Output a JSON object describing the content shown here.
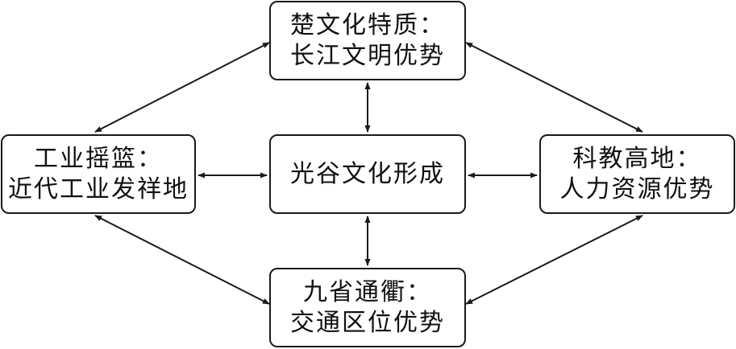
{
  "nodes": {
    "top": {
      "line1": "楚文化特质：",
      "line2": "长江文明优势"
    },
    "left": {
      "line1": "工业摇篮：",
      "line2": "近代工业发祥地"
    },
    "center": {
      "line1": "光谷文化形成"
    },
    "right": {
      "line1": "科教高地：",
      "line2": "人力资源优势"
    },
    "bottom": {
      "line1": "九省通衢：",
      "line2": "交通区位优势"
    }
  },
  "edges": [
    {
      "from": "top",
      "to": "center",
      "style": "bidirectional"
    },
    {
      "from": "bottom",
      "to": "center",
      "style": "bidirectional"
    },
    {
      "from": "left",
      "to": "center",
      "style": "bidirectional"
    },
    {
      "from": "right",
      "to": "center",
      "style": "bidirectional"
    },
    {
      "from": "top",
      "to": "left",
      "style": "bidirectional"
    },
    {
      "from": "top",
      "to": "right",
      "style": "bidirectional"
    },
    {
      "from": "bottom",
      "to": "left",
      "style": "bidirectional"
    },
    {
      "from": "bottom",
      "to": "right",
      "style": "bidirectional"
    }
  ],
  "colors": {
    "stroke": "#1a1a1a",
    "text": "#111111",
    "background": "#ffffff"
  }
}
